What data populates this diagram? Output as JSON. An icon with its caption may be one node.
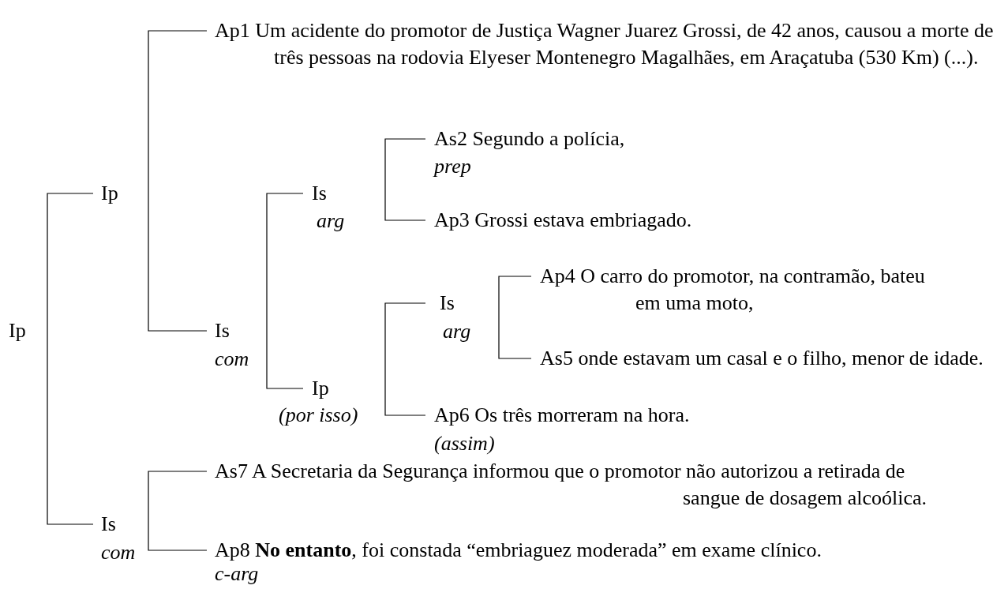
{
  "diagram": {
    "nodes": [
      {
        "text": [
          "Ip"
        ]
      },
      {
        "text": [
          "Ip"
        ]
      },
      {
        "text": [
          "Ap1 Um acidente do promotor de Justiça Wagner Juarez Grossi, de 42 anos, causou a morte de três pessoas na rodovia Elyeser Montenegro Magalhães, em Araçatuba (530 Km) (...)."
        ]
      },
      {
        "text": [
          "Is"
        ],
        "beside": [
          "com"
        ]
      },
      {
        "text": [
          "Is"
        ],
        "beside": [
          "arg"
        ]
      },
      {
        "text": [
          "As2 Segundo a polícia,"
        ],
        "beside": [
          "prep"
        ]
      },
      {
        "text": [
          "Ap3 Grossi estava embriagado."
        ]
      },
      {
        "text": [
          "Ip"
        ],
        "beside": [
          "(por isso)"
        ]
      },
      {
        "text": [
          "Is"
        ],
        "beside": [
          "arg"
        ]
      },
      {
        "text": [
          "Ap4 O carro do promotor, na contramão, bateu em uma moto,"
        ]
      },
      {
        "text": [
          "As5 onde estavam um casal e o filho, menor de idade."
        ]
      },
      {
        "text": [
          "Ap6 Os três morreram na hora."
        ],
        "beside": [
          "(assim)"
        ]
      },
      {
        "text": [
          "Is"
        ],
        "beside": [
          "com"
        ]
      },
      {
        "text": [
          "As7 A Secretaria da Segurança informou que o promotor não autorizou a retirada de sangue de dosagem alcoólica."
        ]
      },
      {
        "text": [
          "Ap8 **No entanto**, foi constada “embriaguez moderada” em exame clínico."
        ],
        "beside": [
          "c-arg"
        ]
      }
    ],
    "edges": [
      {
        "from": 0,
        "to": 1,
        "arrow": "none"
      },
      {
        "from": 0,
        "to": 12,
        "arrow": "none"
      },
      {
        "from": 1,
        "to": 2,
        "arrow": "none"
      },
      {
        "from": 1,
        "to": 3,
        "arrow": "none"
      },
      {
        "from": 3,
        "to": 4,
        "arrow": "none"
      },
      {
        "from": 3,
        "to": 7,
        "arrow": "none"
      },
      {
        "from": 4,
        "to": 5,
        "arrow": "none"
      },
      {
        "from": 4,
        "to": 6,
        "arrow": "none"
      },
      {
        "from": 7,
        "to": 8,
        "arrow": "none"
      },
      {
        "from": 7,
        "to": 11,
        "arrow": "none"
      },
      {
        "from": 8,
        "to": 9,
        "arrow": "none"
      },
      {
        "from": 8,
        "to": 10,
        "arrow": "none"
      },
      {
        "from": 12,
        "to": 13,
        "arrow": "none"
      },
      {
        "from": 12,
        "to": 14,
        "arrow": "none"
      }
    ]
  }
}
